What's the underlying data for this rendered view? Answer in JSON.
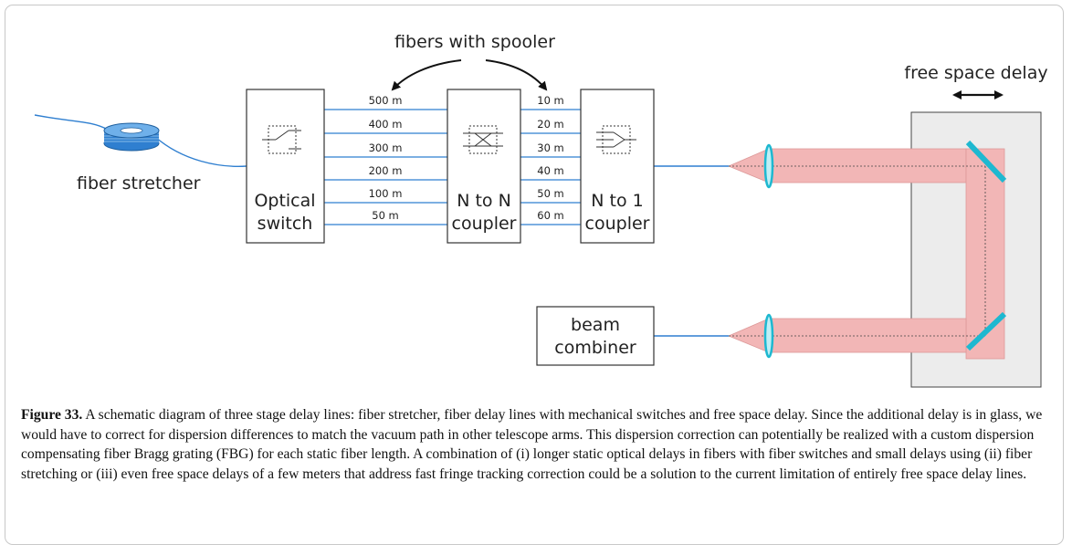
{
  "diagram": {
    "spooler_label": "fibers with spooler",
    "free_space_label": "free space delay",
    "fiber_stretcher_label": "fiber stretcher",
    "optical_switch": [
      "Optical",
      "switch"
    ],
    "n_to_n": [
      "N to N",
      "coupler"
    ],
    "n_to_1": [
      "N to 1",
      "coupler"
    ],
    "beam_combiner": [
      "beam",
      "combiner"
    ],
    "first_stage_lengths": [
      "500 m",
      "400 m",
      "300 m",
      "200 m",
      "100 m",
      "50 m"
    ],
    "second_stage_lengths": [
      "10 m",
      "20 m",
      "30 m",
      "40 m",
      "50 m",
      "60 m"
    ],
    "colors": {
      "fiber": "#2f7fd0",
      "beam": "#f2b6b6",
      "lens": "#1eb8d0",
      "delay_box": "#ececec"
    }
  },
  "caption": {
    "label": "Figure 33.",
    "text": "A schematic diagram of three stage delay lines: fiber stretcher, fiber delay lines with mechanical switches and free space delay. Since the additional delay is in glass, we would have to correct for dispersion differences to match the vacuum path in other telescope arms. This dispersion correction can potentially be realized with a custom dispersion compensating fiber Bragg grating (FBG) for each static fiber length. A combination of (i) longer static optical delays in fibers with fiber switches and small delays using (ii) fiber stretching or (iii) even free space delays of a few meters that address fast fringe tracking correction could be a solution to the current limitation of entirely free space delay lines."
  }
}
